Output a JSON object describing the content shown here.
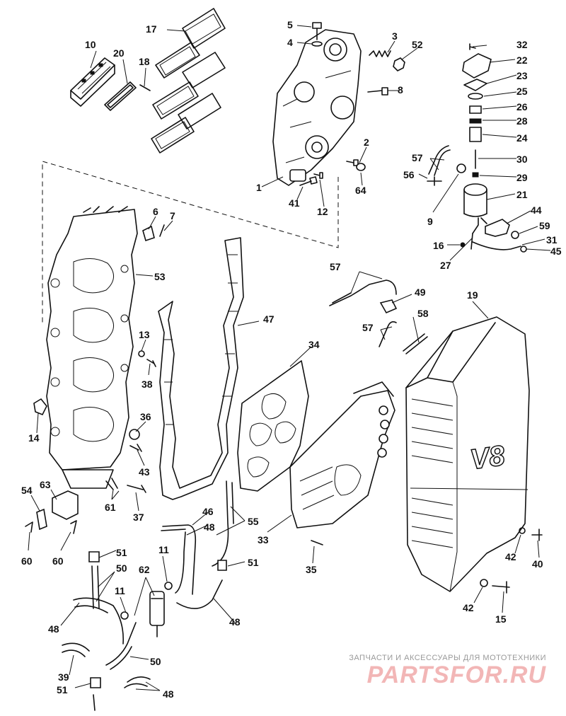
{
  "callouts": {
    "n1": "1",
    "n2": "2",
    "n3": "3",
    "n4": "4",
    "n5": "5",
    "n6": "6",
    "n7": "7",
    "n8": "8",
    "n9": "9",
    "n10": "10",
    "n11a": "11",
    "n11b": "11",
    "n12": "12",
    "n13": "13",
    "n14": "14",
    "n15": "15",
    "n16": "16",
    "n17": "17",
    "n18": "18",
    "n19": "19",
    "n20": "20",
    "n21": "21",
    "n22": "22",
    "n23": "23",
    "n24": "24",
    "n25": "25",
    "n26": "26",
    "n27": "27",
    "n28": "28",
    "n29": "29",
    "n30": "30",
    "n31": "31",
    "n32": "32",
    "n33": "33",
    "n34": "34",
    "n35": "35",
    "n36": "36",
    "n37": "37",
    "n38": "38",
    "n39": "39",
    "n40": "40",
    "n41": "41",
    "n42a": "42",
    "n42b": "42",
    "n43": "43",
    "n44": "44",
    "n45": "45",
    "n46": "46",
    "n47": "47",
    "n48a": "48",
    "n48b": "48",
    "n48c": "48",
    "n48d": "48",
    "n49": "49",
    "n50a": "50",
    "n50b": "50",
    "n51a": "51",
    "n51b": "51",
    "n51c": "51",
    "n52": "52",
    "n53": "53",
    "n54": "54",
    "n55": "55",
    "n56": "56",
    "n57a": "57",
    "n57b": "57",
    "n57c": "57",
    "n58": "58",
    "n59": "59",
    "n60a": "60",
    "n60b": "60",
    "n61": "61",
    "n62": "62",
    "n63": "63",
    "n64": "64"
  },
  "cover_emblem": "V8",
  "watermark": {
    "tagline": "ЗАПЧАСТИ И АКСЕССУАРЫ ДЛЯ МОТОТЕХНИКИ",
    "logo": "PARTSFOR.RU"
  }
}
